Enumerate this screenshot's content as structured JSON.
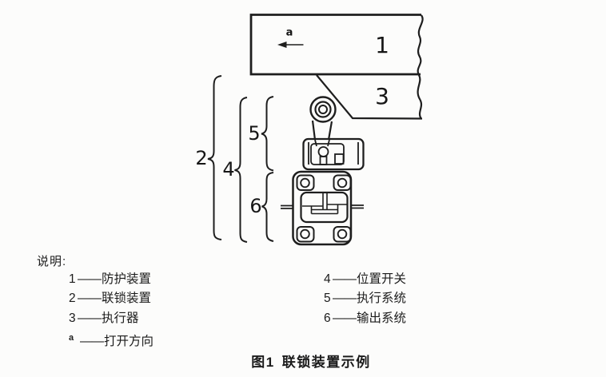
{
  "figure": {
    "caption_label": "图1",
    "caption_title": "联锁装置示例"
  },
  "diagram": {
    "part_labels": {
      "guard": "1",
      "actuator": "3",
      "interlocking_device": "2",
      "position_switch": "4",
      "actuating_system": "5",
      "output_system": "6",
      "opening_direction": "a"
    }
  },
  "legend": {
    "heading": "说明:",
    "separator": "——",
    "left": [
      {
        "id": "1",
        "label": "防护装置"
      },
      {
        "id": "2",
        "label": "联锁装置"
      },
      {
        "id": "3",
        "label": "执行器"
      },
      {
        "id": "a",
        "label": "打开方向"
      }
    ],
    "right": [
      {
        "id": "4",
        "label": "位置开关"
      },
      {
        "id": "5",
        "label": "执行系统"
      },
      {
        "id": "6",
        "label": "输出系统"
      }
    ]
  },
  "colors": {
    "ink": "#1e1e1e",
    "background": "#fcfcfb"
  }
}
